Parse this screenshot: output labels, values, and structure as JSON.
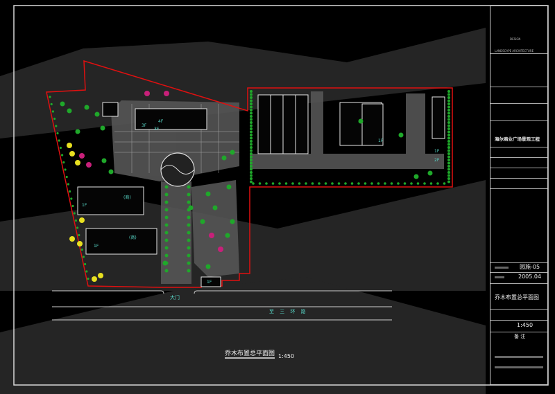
{
  "drawing": {
    "title": "乔木布置总平面图",
    "scale": "1:450",
    "gate_label": "大门",
    "road_label": "至 三 环 路",
    "floor_labels": [
      "3F",
      "4F",
      "3F",
      "1F",
      "1F",
      "1F",
      "1F",
      "1F",
      "2F"
    ],
    "building_notes": [
      "(商)",
      "(商)"
    ]
  },
  "title_block": {
    "company": "DESIGN",
    "company_sub": "LANDSCAPE ARCHITECTURE",
    "project_name": "海尔商业广场景观工程",
    "drawing_number": "园施-05",
    "date": "2005.04",
    "drawing_title": "乔木布置总平面图",
    "scale": "1:450",
    "notes_header": "备 注"
  },
  "colors": {
    "boundary": "#e01010",
    "frame": "#d8d8d8",
    "tree_green": "#1fa82a",
    "tree_yellow": "#e8e020",
    "tree_magenta": "#c8207a",
    "text_cyan": "#58d8c8"
  }
}
